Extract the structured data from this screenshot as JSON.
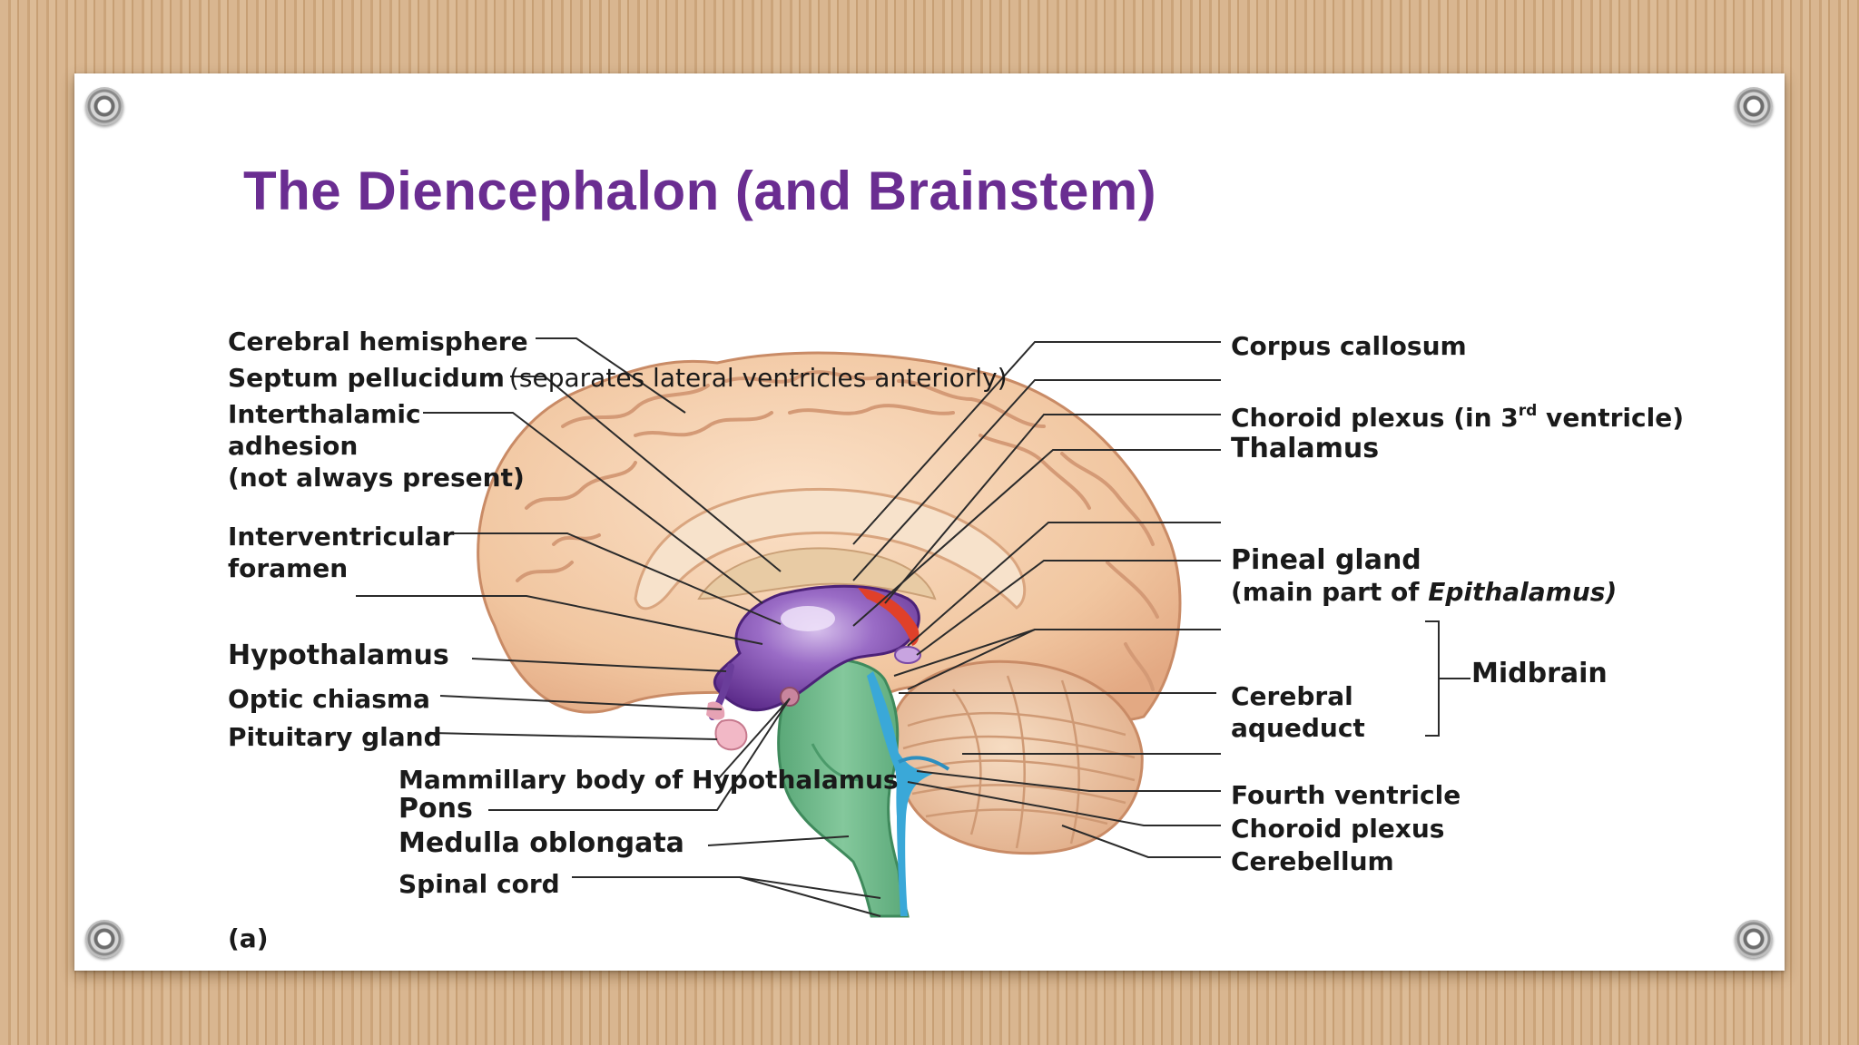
{
  "title": "The Diencephalon (and Brainstem)",
  "figure_label": "(a)",
  "labels_left": {
    "cerebral_hemisphere": "Cerebral hemisphere",
    "septum_pellucidum": "Septum pellucidum",
    "septum_note": "(separates lateral ventricles anteriorly)",
    "interthalamic_line1": "Interthalamic",
    "interthalamic_line2": "adhesion",
    "interthalamic_line3": "(not always present)",
    "interventricular_line1": "Interventricular",
    "interventricular_line2": "foramen",
    "hypothalamus": "Hypothalamus",
    "optic_chiasma": "Optic chiasma",
    "pituitary_gland": "Pituitary gland",
    "mammillary_body": "Mammillary body of Hypothalamus",
    "pons": "Pons",
    "medulla_oblongata": "Medulla oblongata",
    "spinal_cord": "Spinal cord"
  },
  "labels_right": {
    "corpus_callosum": "Corpus callosum",
    "choroid_plexus_third_pre": "Choroid plexus (in 3",
    "choroid_plexus_third_sup": "rd",
    "choroid_plexus_third_post": " ventricle)",
    "thalamus": "Thalamus",
    "pineal_gland": "Pineal gland",
    "pineal_note_pre": "(main part of ",
    "pineal_note_ital": "Epithalamus)",
    "midbrain": "Midbrain",
    "cerebral_aqueduct_line1": "Cerebral",
    "cerebral_aqueduct_line2": "aqueduct",
    "fourth_ventricle": "Fourth ventricle",
    "choroid_plexus": "Choroid plexus",
    "cerebellum": "Cerebellum"
  },
  "colors": {
    "title": "#6a2d91",
    "brain": "#f1c9a5",
    "diencephalon": "#7b4aa6",
    "brainstem": "#6fb98b",
    "ventricle": "#3aa8d8",
    "choroid": "#e0402a"
  }
}
